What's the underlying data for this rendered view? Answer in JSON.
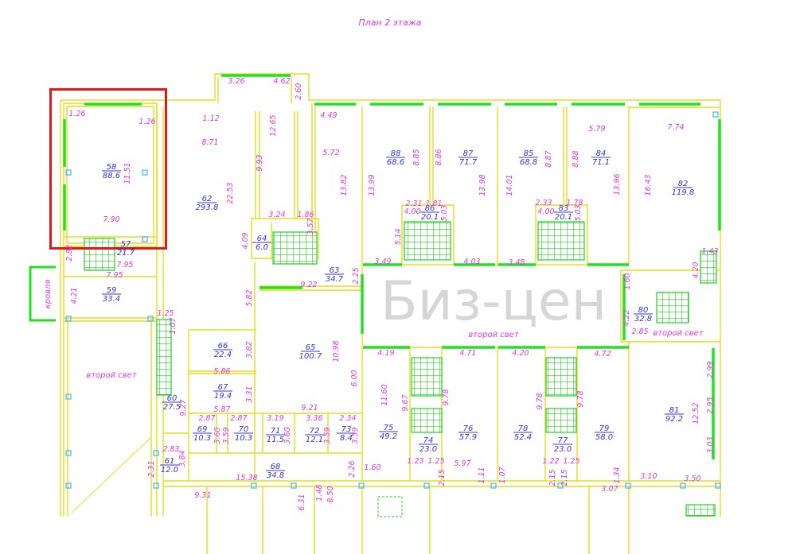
{
  "title": "План 2 этажа",
  "watermark": "Биз-цен",
  "notes": [
    "второй свет",
    "второй свет",
    "второй свет",
    "кровля"
  ],
  "highlighted_room": "58",
  "colors": {
    "walls": "#e4df1c",
    "windows": "#22e022",
    "dimensions": "#e23ae2",
    "room_labels": "#3434dd",
    "highlight": "#e01818"
  },
  "rooms": [
    {
      "num": "58",
      "area": "88.6"
    },
    {
      "num": "57",
      "area": "21.7"
    },
    {
      "num": "62",
      "area": "293.8"
    },
    {
      "num": "64",
      "area": "6.0"
    },
    {
      "num": "63",
      "area": "34.7"
    },
    {
      "num": "59",
      "area": "33.4"
    },
    {
      "num": "88",
      "area": "68.6"
    },
    {
      "num": "87",
      "area": "71.7"
    },
    {
      "num": "85",
      "area": "68.8"
    },
    {
      "num": "84",
      "area": "71.1"
    },
    {
      "num": "82",
      "area": "119.8"
    },
    {
      "num": "86",
      "area": "20.1"
    },
    {
      "num": "83",
      "area": "20.1"
    },
    {
      "num": "80",
      "area": "32.8"
    },
    {
      "num": "66",
      "area": "22.4"
    },
    {
      "num": "65",
      "area": "100.7"
    },
    {
      "num": "67",
      "area": "19.4"
    },
    {
      "num": "60",
      "area": "27.5"
    },
    {
      "num": "69",
      "area": "10.3"
    },
    {
      "num": "70",
      "area": "10.3"
    },
    {
      "num": "71",
      "area": "11.5"
    },
    {
      "num": "72",
      "area": "12.1"
    },
    {
      "num": "73",
      "area": "8.4"
    },
    {
      "num": "61",
      "area": "12.0"
    },
    {
      "num": "68",
      "area": "34.8"
    },
    {
      "num": "75",
      "area": "49.2"
    },
    {
      "num": "74",
      "area": "23.0"
    },
    {
      "num": "76",
      "area": "57.9"
    },
    {
      "num": "78",
      "area": "52.4"
    },
    {
      "num": "77",
      "area": "23.0"
    },
    {
      "num": "79",
      "area": "58.0"
    },
    {
      "num": "81",
      "area": "92.2"
    }
  ],
  "dimensions": [
    "1.26",
    "1.26",
    "11.51",
    "7.90",
    "3.26",
    "4.62",
    "2.60",
    "1.12",
    "8.71",
    "22.53",
    "9.93",
    "12.65",
    "4.49",
    "5.72",
    "13.82",
    "3.24",
    "1.86",
    "3.57",
    "4.09",
    "2.82",
    "7.95",
    "7.95",
    "4.21",
    "9.22",
    "5.82",
    "2.25",
    "1.25",
    "1.07",
    "13.99",
    "8.85",
    "8.86",
    "13.98",
    "14.01",
    "8.87",
    "8.88",
    "13.96",
    "5.79",
    "7.74",
    "16.43",
    "2.31",
    "1.81",
    "2.33",
    "1.78",
    "4.00",
    "4.00",
    "5.03",
    "5.03",
    "5.14",
    "3.49",
    "4.03",
    "3.48",
    "1.60",
    "4.20",
    "1.43",
    "4.22",
    "2.85",
    "5.86",
    "3.82",
    "5.87",
    "3.31",
    "9.27",
    "10.98",
    "6.00",
    "9.21",
    "2.87",
    "2.87",
    "3.19",
    "3.36",
    "2.34",
    "3.60",
    "3.59",
    "3.60",
    "3.59",
    "3.59",
    "2.83",
    "3.84",
    "2.31",
    "15.38",
    "2.26",
    "9.31",
    "6.31",
    "1.48",
    "8.50",
    "1.60",
    "4.19",
    "4.71",
    "4.20",
    "4.72",
    "11.60",
    "9.67",
    "9.78",
    "9.78",
    "9.78",
    "12.52",
    "2.99",
    "2.95",
    "3.03",
    "1.23",
    "1.25",
    "1.22",
    "1.25",
    "2.15",
    "2.15",
    "2.15",
    "5.97",
    "1.11",
    "1.07",
    "1.34",
    "3.10",
    "3.50",
    "3.07"
  ]
}
